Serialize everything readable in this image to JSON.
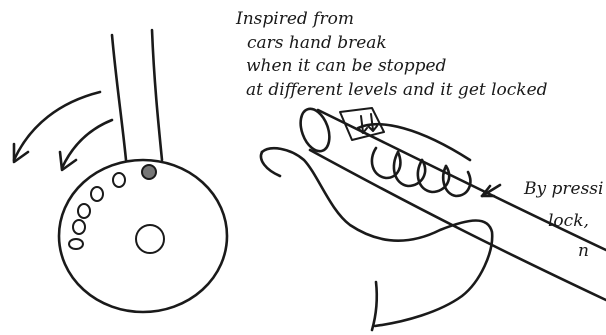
{
  "notes": {
    "line1": "Inspired from",
    "line2": "cars hand break",
    "line3": "when it can be stopped",
    "line4": "at different levels and it get locked",
    "press_line1": "By pressi",
    "press_line2": "lock,",
    "press_line3": "n"
  },
  "icons": {
    "wheel": "rotary-lock-wheel-icon",
    "hand": "hand-gripping-handle-icon",
    "rotation_arrows": "curved-arrow-icon"
  },
  "colors": {
    "ink": "#1a1a1a",
    "paper": "#ffffff",
    "pin_fill": "#777777"
  }
}
